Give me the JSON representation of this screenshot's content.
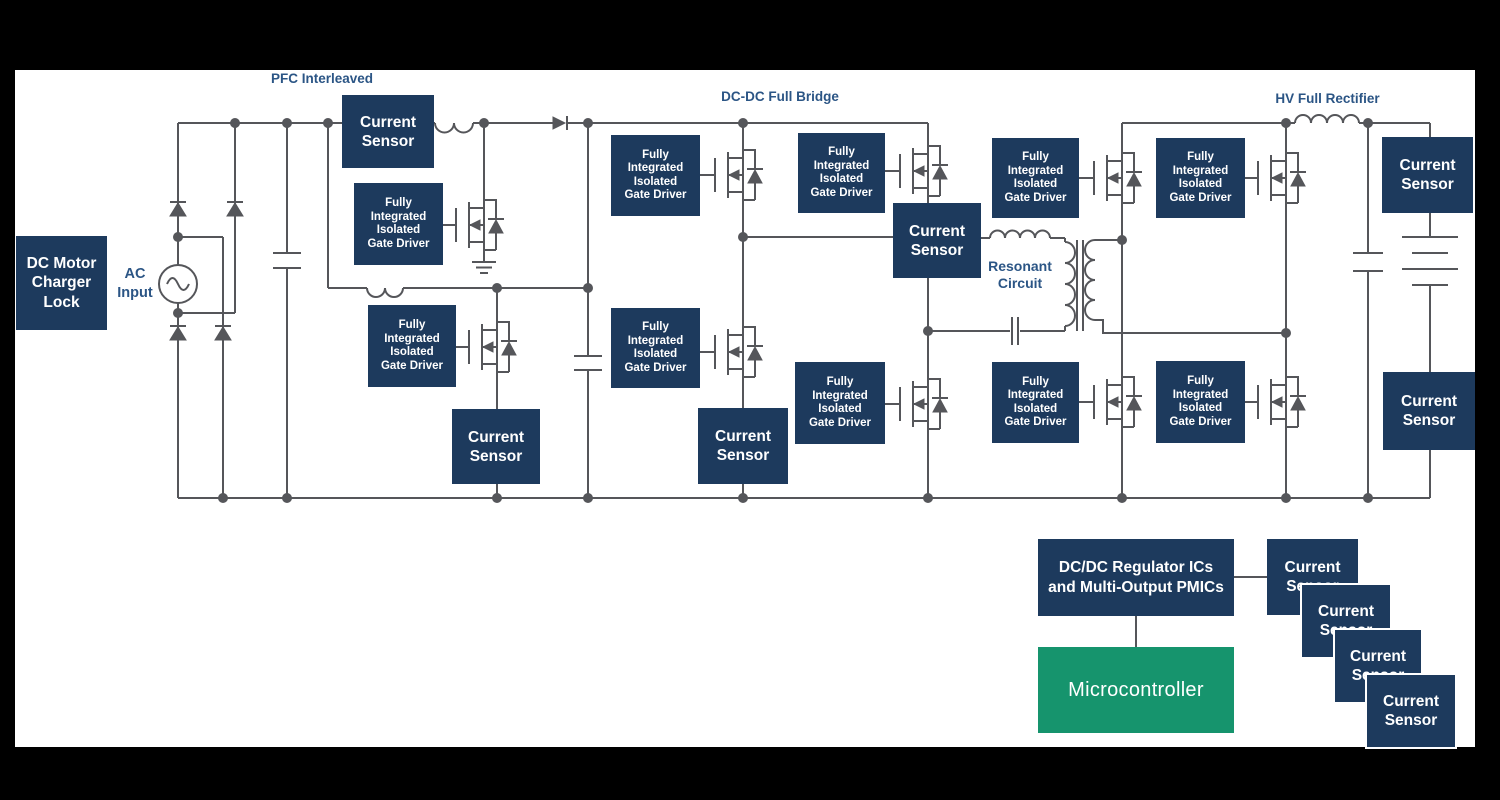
{
  "title": "Power conversion system block diagram",
  "colors": {
    "page-bg": "#000000",
    "canvas-bg": "#ffffff",
    "navy": "#1d3a5d",
    "green": "#16946d",
    "label-blue": "#2b5585",
    "wire": "#55565a",
    "box-text": "#ffffff"
  },
  "section_labels": {
    "pfc": "PFC Interleaved",
    "dcdc": "DC-DC Full Bridge",
    "hv": "HV Full Rectifier",
    "resonant": "Resonant\nCircuit",
    "ac_input": "AC\nInput"
  },
  "blocks": {
    "dc_motor_charger_lock": "DC Motor\nCharger\nLock",
    "current_sensor": "Current\nSensor",
    "gate_driver": "Fully\nIntegrated\nIsolated\nGate Driver",
    "regulator": "DC/DC Regulator ICs\nand Multi-Output PMICs",
    "microcontroller": "Microcontroller"
  },
  "symbols": [
    "ac-source-icon",
    "bridge-diode-icon",
    "boost-diode-icon",
    "inductor-icon",
    "capacitor-icon",
    "mosfet-icon",
    "ground-icon",
    "transformer-icon",
    "battery-icon",
    "junction-dot"
  ]
}
